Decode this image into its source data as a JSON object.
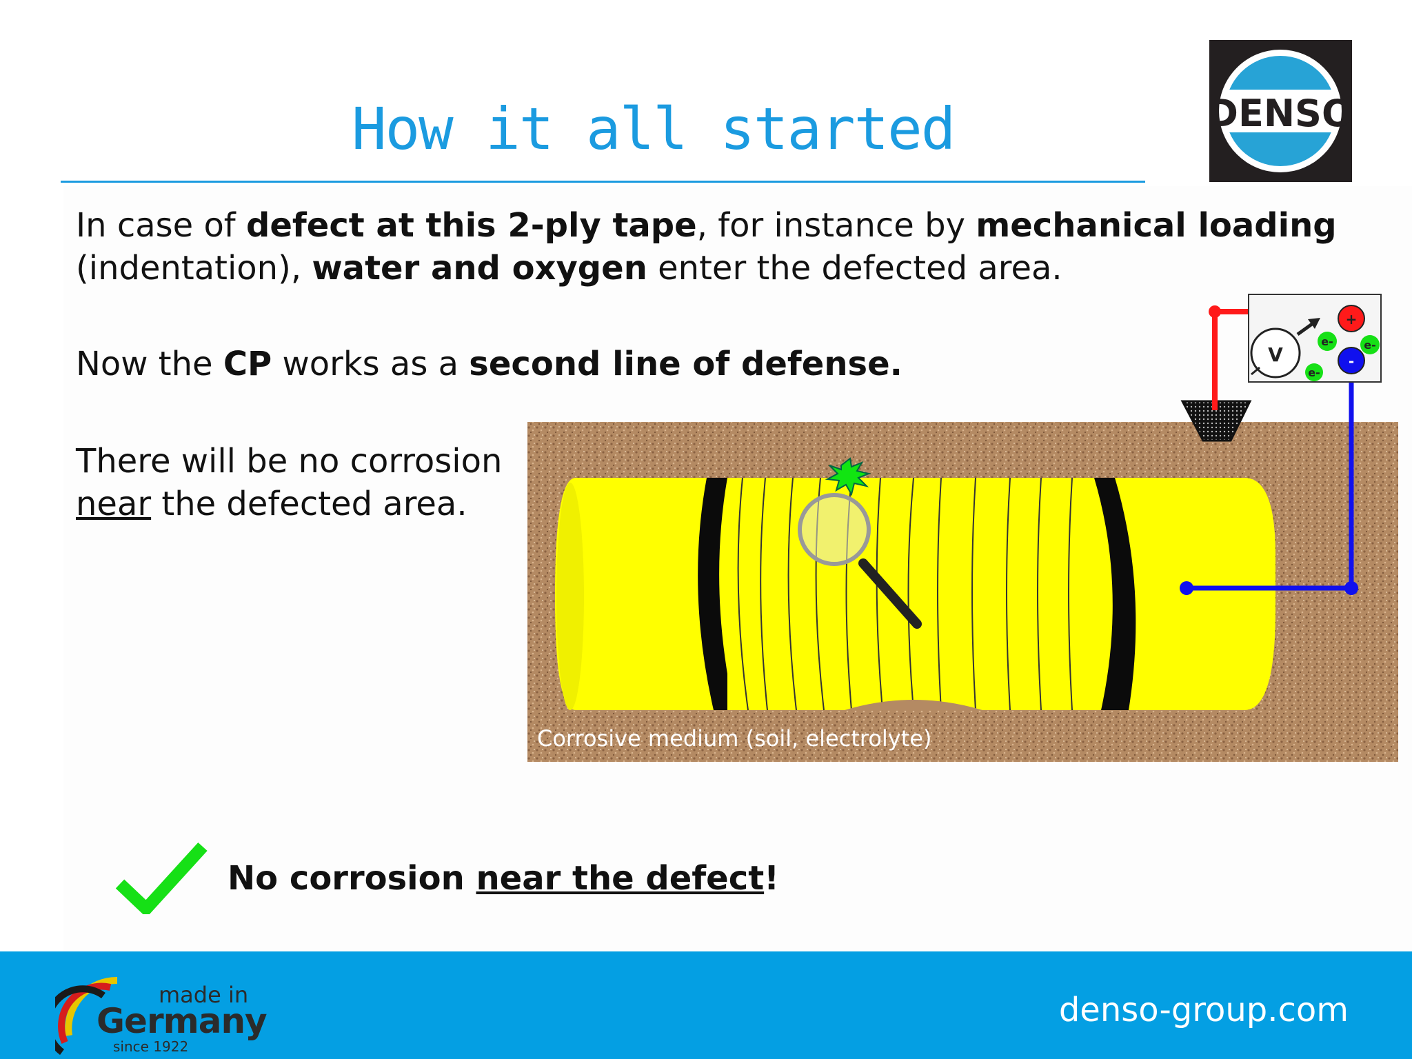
{
  "header": {
    "title": "How it all started",
    "logo_text": "DENSO"
  },
  "body": {
    "p1_l1_a": "In case of ",
    "p1_l1_b": "defect at this 2-ply tape",
    "p1_l1_c": ", for instance by ",
    "p1_l1_d": "mechanical loading",
    "p1_l2_a": "(indentation), ",
    "p1_l2_b": "water and oxygen",
    "p1_l2_c": " enter the defected area.",
    "p2_a": "Now the ",
    "p2_b": "CP",
    "p2_c": " works as a ",
    "p2_d": "second line of defense.",
    "p3_l1": "There will be no corrosion",
    "p3_l2_a": "near",
    "p3_l2_b": " the defected area."
  },
  "diagram": {
    "soil_caption": "Corrosive medium  (soil, electrolyte)",
    "voltmeter_label": "V",
    "plus_label": "+",
    "minus_label": "-",
    "electron_label": "e-"
  },
  "conclusion": {
    "a": "No corrosion ",
    "b": "near the defect",
    "c": "!"
  },
  "footer": {
    "made_in": "made in",
    "germany": "Germany",
    "since": "since 1922",
    "website": "denso-group.com"
  },
  "colors": {
    "title_blue": "#1b9be0",
    "footer_blue": "#049fe3",
    "tape_yellow": "#ffff00",
    "soil_brown": "#b48a63",
    "wire_red": "#ff1a1a",
    "wire_blue": "#1010ee",
    "check_green": "#16e016"
  },
  "icons": [
    "denso-logo",
    "voltmeter-icon",
    "magnifier-icon",
    "defect-burst-icon",
    "checkmark-icon",
    "made-in-germany-logo"
  ]
}
